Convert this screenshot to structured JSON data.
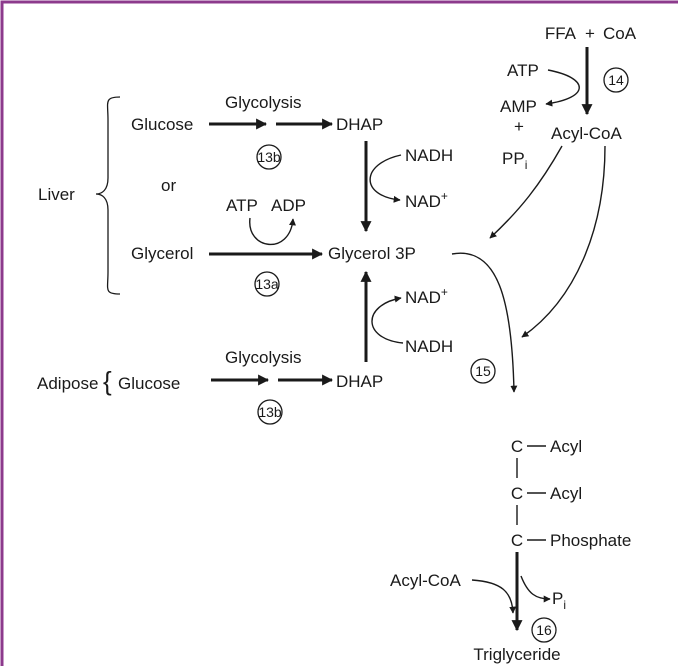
{
  "top": {
    "ffa": "FFA",
    "plus": "+",
    "coa": "CoA",
    "atp": "ATP",
    "amp": "AMP",
    "plus2": "+",
    "pp": "PP",
    "pp_sub": "i",
    "acylcoa": "Acyl-CoA",
    "step": "14"
  },
  "liver": {
    "label": "Liver",
    "glucose": "Glucose",
    "glycolysis": "Glycolysis",
    "dhap": "DHAP",
    "step_glycolysis": "13b",
    "or": "or",
    "nadh": "NADH",
    "nad": "NAD",
    "nad_sup": "+",
    "atp": "ATP",
    "adp": "ADP",
    "glycerol": "Glycerol",
    "glycerol3p": "Glycerol 3P",
    "step_glycerol": "13a"
  },
  "adipose": {
    "label": "Adipose",
    "brace": "{",
    "glucose": "Glucose",
    "glycolysis": "Glycolysis",
    "dhap": "DHAP",
    "step": "13b",
    "nad": "NAD",
    "nad_sup": "+",
    "nadh": "NADH"
  },
  "assembly": {
    "step15": "15",
    "c1": "C",
    "acyl1": "Acyl",
    "c2": "C",
    "acyl2": "Acyl",
    "c3": "C",
    "phosphate": "Phosphate",
    "acylcoa": "Acyl-CoA",
    "p": "P",
    "p_sub": "i",
    "step16": "16",
    "product": "Triglyceride"
  }
}
